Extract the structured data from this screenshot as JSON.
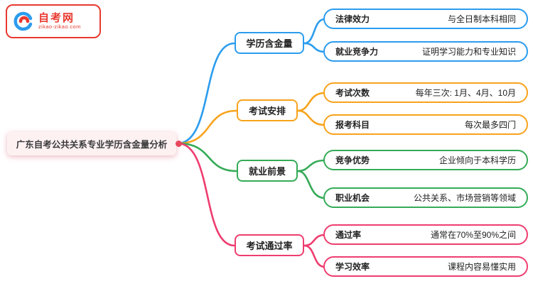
{
  "logo": {
    "site_name": "自考网",
    "site_url": "zikao-zikao.com",
    "accent_color": "#e8392f"
  },
  "mindmap": {
    "root": {
      "label": "广东自考公共关系专业学历含金量分析",
      "dot_color": "#e8485d"
    },
    "branches": [
      {
        "label": "学历含金量",
        "color": "#2b9ced",
        "children": [
          {
            "label": "法律效力",
            "value": "与全日制本科相同"
          },
          {
            "label": "就业竞争力",
            "value": "证明学习能力和专业知识"
          }
        ]
      },
      {
        "label": "考试安排",
        "color": "#f7a31c",
        "children": [
          {
            "label": "考试次数",
            "value": "每年三次: 1月、4月、10月"
          },
          {
            "label": "报考科目",
            "value": "每次最多四门"
          }
        ]
      },
      {
        "label": "就业前景",
        "color": "#35ab57",
        "children": [
          {
            "label": "竞争优势",
            "value": "企业倾向于本科学历"
          },
          {
            "label": "职业机会",
            "value": "公共关系、市场营销等领域"
          }
        ]
      },
      {
        "label": "考试通过率",
        "color": "#ee3d6f",
        "children": [
          {
            "label": "通过率",
            "value": "通常在70%至90%之间"
          },
          {
            "label": "学习效率",
            "value": "课程内容易懂实用"
          }
        ]
      }
    ]
  }
}
